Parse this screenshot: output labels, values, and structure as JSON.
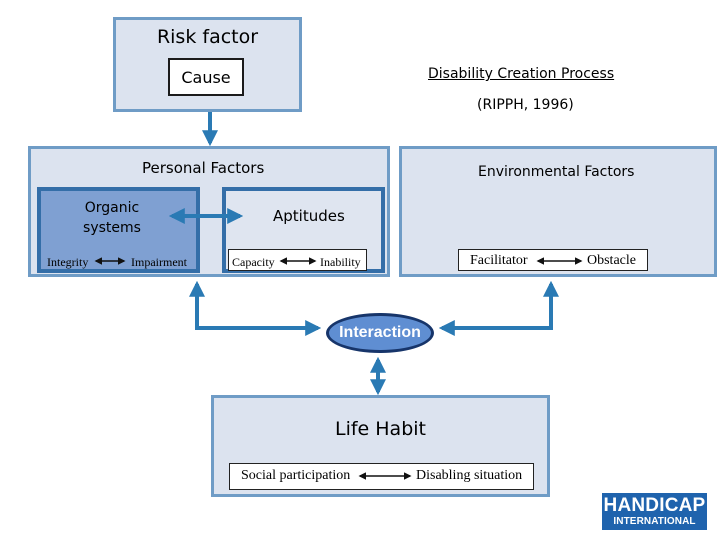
{
  "top": {
    "title": "Risk factor",
    "cause": "Cause",
    "dcp_title": "Disability Creation Process",
    "dcp_ref": "(RIPPH, 1996)"
  },
  "personal": {
    "title": "Personal Factors",
    "organic": {
      "title": "Organic systems",
      "left": "Integrity",
      "right": "Impairment"
    },
    "aptitudes": {
      "title": "Aptitudes",
      "left": "Capacity",
      "right": "Inability"
    }
  },
  "environmental": {
    "title": "Environmental Factors",
    "left": "Facilitator",
    "right": "Obstacle"
  },
  "interaction": "Interaction",
  "life": {
    "title": "Life Habit",
    "left": "Social participation",
    "right": "Disabling situation"
  },
  "logo": {
    "line1": "HANDICAP",
    "line2": "INTERNATIONAL"
  },
  "colors": {
    "panel_fill": "#dce3ef",
    "panel_border": "#6f9cc6",
    "accent_blue": "#346ea8",
    "connector": "#2a7ab4",
    "oval_fill": "#5f8ed2",
    "logo_blue": "#1f63ad"
  }
}
